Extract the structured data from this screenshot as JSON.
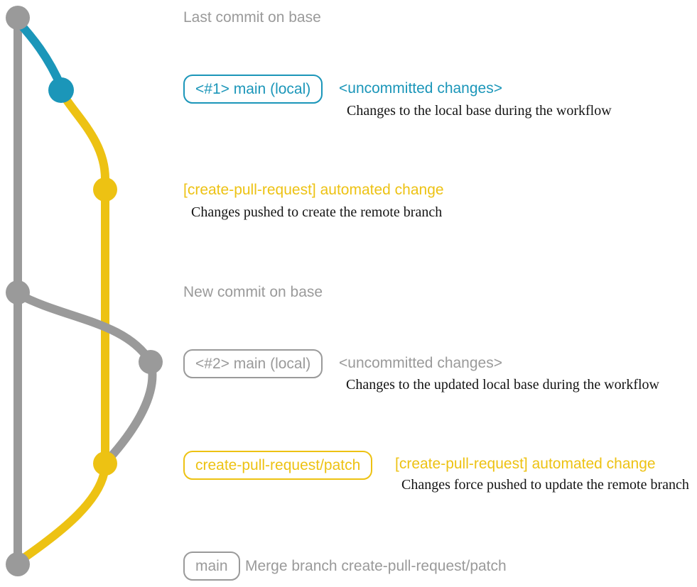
{
  "colors": {
    "blue": "#1b96b9",
    "yellow": "#edc213",
    "gray": "#9a9a9a",
    "ink": "#141414"
  },
  "graph": {
    "trunk_branch": "base",
    "commit_dots": [
      {
        "name": "last-commit-on-base",
        "color": "gray"
      },
      {
        "name": "local-main-1",
        "color": "blue"
      },
      {
        "name": "automated-change-1",
        "color": "yellow"
      },
      {
        "name": "new-commit-on-base",
        "color": "gray"
      },
      {
        "name": "local-main-2",
        "color": "gray"
      },
      {
        "name": "automated-change-2",
        "color": "yellow"
      },
      {
        "name": "merge-commit",
        "color": "gray"
      }
    ]
  },
  "annotations": {
    "last_commit_label": "Last commit on base",
    "row1": {
      "badge": "<#1> main (local)",
      "title": "<uncommitted changes>",
      "desc": "Changes to the local base during the workflow"
    },
    "row2": {
      "title": "[create-pull-request] automated change",
      "desc": "Changes pushed to create the remote branch"
    },
    "new_commit_label": "New commit on base",
    "row3": {
      "badge": "<#2> main (local)",
      "title": "<uncommitted changes>",
      "desc": "Changes to the updated local base during the workflow"
    },
    "row4": {
      "badge": "create-pull-request/patch",
      "title": "[create-pull-request] automated change",
      "desc": "Changes force pushed to update the remote branch"
    },
    "row5": {
      "badge": "main",
      "title": "Merge branch create-pull-request/patch"
    }
  }
}
